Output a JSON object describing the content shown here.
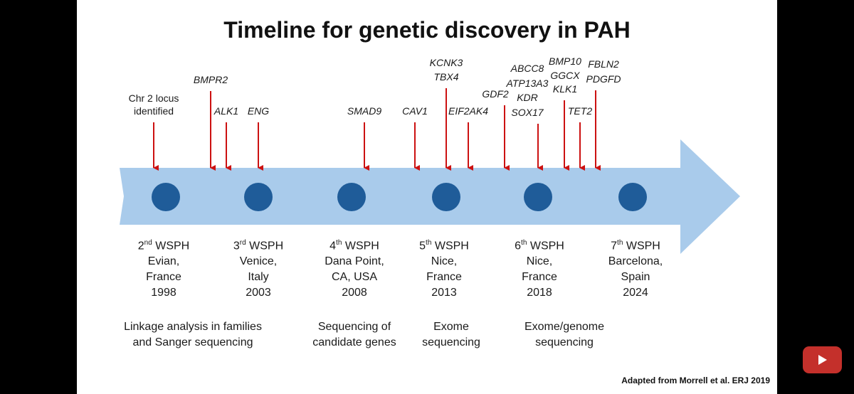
{
  "slide": {
    "title": "Timeline for genetic discovery in PAH",
    "citation": "Adapted from Morrell et al. ERJ 2019"
  },
  "colors": {
    "arrow_band": "#a9cbeb",
    "circle": "#1f5c99",
    "pointer": "#cc1111",
    "background": "#ffffff"
  },
  "discoveries": [
    {
      "lines": [
        "Chr 2 locus",
        "identified"
      ],
      "italic": false
    },
    {
      "lines": [
        "BMPR2"
      ],
      "italic": true
    },
    {
      "lines": [
        "ALK1"
      ],
      "italic": true
    },
    {
      "lines": [
        "ENG"
      ],
      "italic": true
    },
    {
      "lines": [
        "SMAD9"
      ],
      "italic": true
    },
    {
      "lines": [
        "CAV1"
      ],
      "italic": true
    },
    {
      "lines": [
        "KCNK3",
        "TBX4"
      ],
      "italic": true
    },
    {
      "lines": [
        "EIF2AK4"
      ],
      "italic": true
    },
    {
      "lines": [
        "GDF2"
      ],
      "italic": true
    },
    {
      "lines": [
        "ABCC8",
        "ATP13A3",
        "KDR",
        "SOX17"
      ],
      "italic": true
    },
    {
      "lines": [
        "BMP10",
        "GGCX",
        "KLK1"
      ],
      "italic": true
    },
    {
      "lines": [
        "TET2"
      ],
      "italic": true
    },
    {
      "lines": [
        "FBLN2",
        "PDGFD"
      ],
      "italic": true
    }
  ],
  "meetings": [
    {
      "ordinal": "2",
      "suffix": "nd",
      "name": "WSPH",
      "place1": "Evian,",
      "place2": "France",
      "year": "1998"
    },
    {
      "ordinal": "3",
      "suffix": "rd",
      "name": "WSPH",
      "place1": "Venice,",
      "place2": "Italy",
      "year": "2003"
    },
    {
      "ordinal": "4",
      "suffix": "th",
      "name": "WSPH",
      "place1": "Dana Point,",
      "place2": "CA, USA",
      "year": "2008"
    },
    {
      "ordinal": "5",
      "suffix": "th",
      "name": "WSPH",
      "place1": "Nice,",
      "place2": "France",
      "year": "2013"
    },
    {
      "ordinal": "6",
      "suffix": "th",
      "name": "WSPH",
      "place1": "Nice,",
      "place2": "France",
      "year": "2018"
    },
    {
      "ordinal": "7",
      "suffix": "th",
      "name": "WSPH",
      "place1": "Barcelona,",
      "place2": "Spain",
      "year": "2024"
    }
  ],
  "approaches": [
    {
      "line1": "Linkage analysis in families",
      "line2": "and Sanger sequencing"
    },
    {
      "line1": "Sequencing of",
      "line2": "candidate genes"
    },
    {
      "line1": "Exome",
      "line2": "sequencing"
    },
    {
      "line1": "Exome/genome",
      "line2": "sequencing"
    }
  ],
  "icons": {
    "play_button": "youtube-play-icon"
  }
}
